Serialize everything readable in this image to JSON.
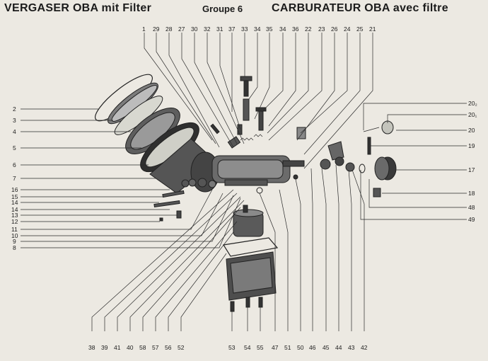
{
  "header": {
    "title_de": "VERGASER OBA mit Filter",
    "group": "Groupe 6",
    "title_fr": "CARBURATEUR OBA avec filtre"
  },
  "labels_top": [
    "1",
    "29",
    "28",
    "27",
    "30",
    "32",
    "31",
    "37",
    "33",
    "34",
    "35",
    "34",
    "36",
    "22",
    "23",
    "26",
    "24",
    "25",
    "21"
  ],
  "labels_left": [
    "2",
    "3",
    "4",
    "5",
    "6",
    "7",
    "16",
    "15",
    "14",
    "14",
    "13",
    "12",
    "11",
    "10",
    "9",
    "8"
  ],
  "labels_right": [
    "20₂",
    "20₁",
    "20",
    "19",
    "17",
    "18",
    "48",
    "49"
  ],
  "labels_bottom": [
    "38",
    "39",
    "41",
    "40",
    "58",
    "57",
    "56",
    "52",
    "53",
    "54",
    "55",
    "47",
    "51",
    "50",
    "46",
    "45",
    "44",
    "43",
    "42"
  ],
  "colors": {
    "background": "#ece9e2",
    "ink": "#1c1c1c"
  }
}
